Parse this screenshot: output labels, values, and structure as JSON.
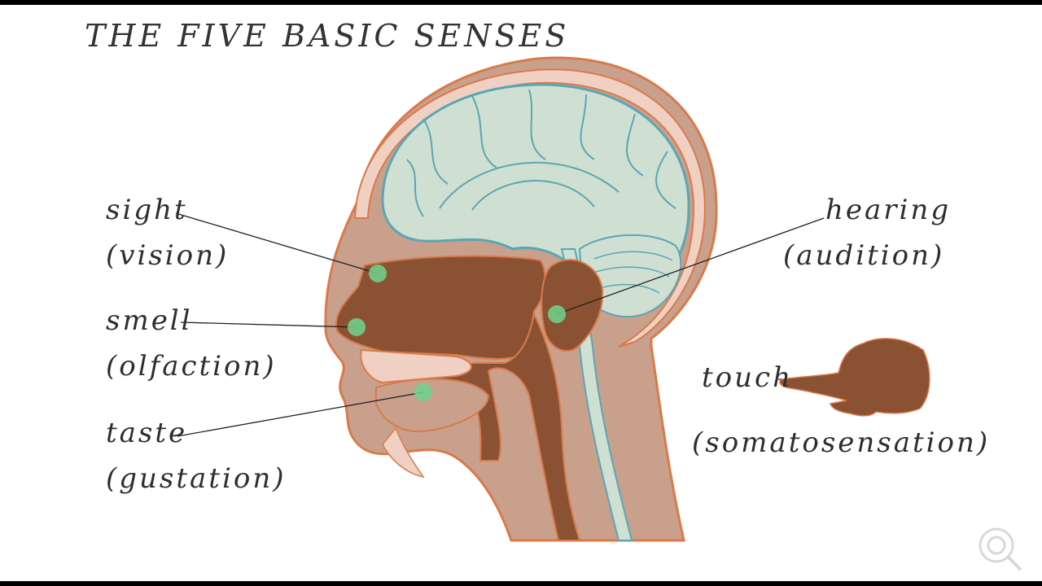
{
  "title": "THE FIVE BASIC SENSES",
  "senses": {
    "sight": {
      "term": "sight",
      "scientific": "(vision)"
    },
    "smell": {
      "term": "smell",
      "scientific": "(olfaction)"
    },
    "taste": {
      "term": "taste",
      "scientific": "(gustation)"
    },
    "hearing": {
      "term": "hearing",
      "scientific": "(audition)"
    },
    "touch": {
      "term": "touch",
      "scientific": "(somatosensation)"
    }
  },
  "colors": {
    "skin": "#c9a08c",
    "skin_outline": "#d97a4a",
    "brain": "#cfe0d2",
    "brain_outline": "#5aa6b4",
    "cavity": "#8a5232",
    "bone": "#efd0c2",
    "highlight": "#6fd48f"
  },
  "icons": {
    "watermark": "magnifier-logo-icon",
    "hand": "pointing-hand-icon"
  }
}
